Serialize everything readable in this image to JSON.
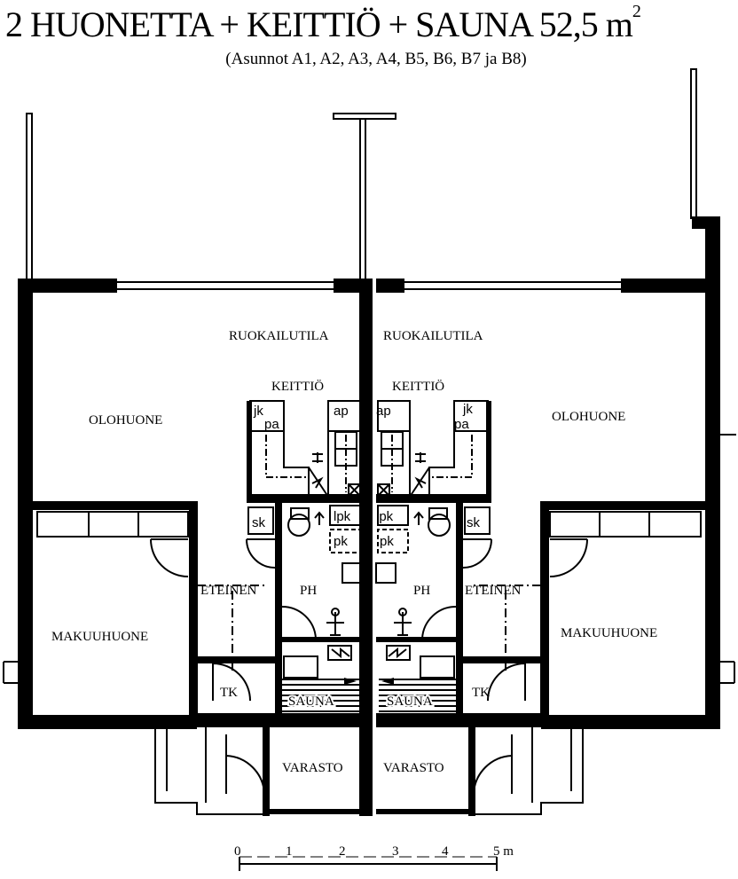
{
  "title": {
    "text": "2 HUONETTA + KEITTIÖ + SAUNA 52,5 m",
    "superscript": "2"
  },
  "subtitle": "(Asunnot A1, A2, A3, A4, B5, B6, B7 ja B8)",
  "rooms": {
    "left": {
      "dining": "RUOKAILUTILA",
      "kitchen": "KEITTIÖ",
      "living": "OLOHUONE",
      "bedroom": "MAKUUHUONE",
      "hall": "ETEINEN",
      "bath": "PH",
      "sauna": "SAUNA",
      "closet": "TK",
      "storage": "VARASTO"
    },
    "right": {
      "dining": "RUOKAILUTILA",
      "kitchen": "KEITTIÖ",
      "living": "OLOHUONE",
      "bedroom": "MAKUUHUONE",
      "hall": "ETEINEN",
      "bath": "PH",
      "sauna": "SAUNA",
      "closet": "TK",
      "storage": "VARASTO"
    }
  },
  "fixtures": {
    "jk": "jk",
    "pa": "pa",
    "ap": "ap",
    "lpk": "lpk",
    "pk": "pk",
    "sk": "sk"
  },
  "scale": {
    "ticks": [
      "0",
      "1",
      "2",
      "3",
      "4",
      "5 m"
    ]
  }
}
